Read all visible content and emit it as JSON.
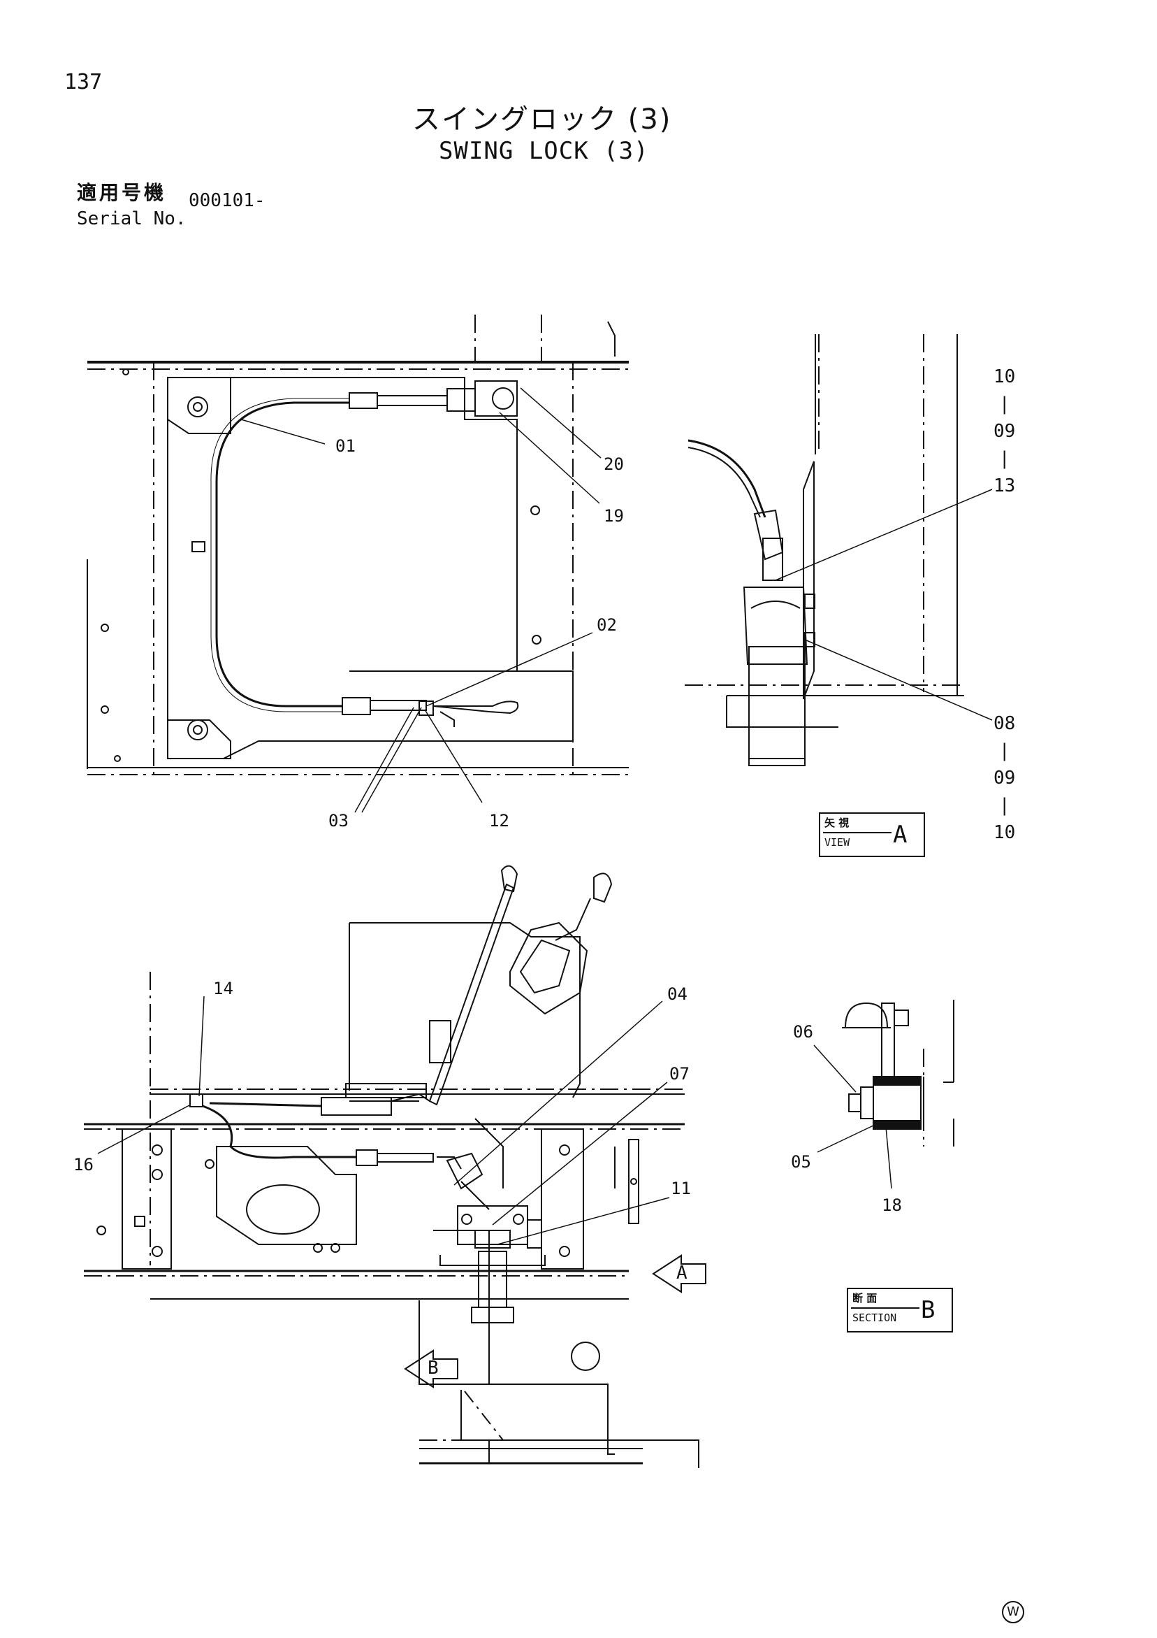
{
  "header": {
    "page_number": "137",
    "title_jp": "スイングロック (3)",
    "title_en": "SWING LOCK (3)",
    "serial_label_jp": "適用号機",
    "serial_label_en": "Serial No.",
    "serial_value": "000101-"
  },
  "callouts": {
    "c01": "01",
    "c02": "02",
    "c03": "03",
    "c04": "04",
    "c05": "05",
    "c06": "06",
    "c07": "07",
    "c11": "11",
    "c12": "12",
    "c13": "13",
    "c14": "14",
    "c16": "16",
    "c18": "18",
    "c19": "19",
    "c20": "20"
  },
  "stack_top": [
    "10",
    "09",
    "13"
  ],
  "stack_bottom": [
    "08",
    "09",
    "10"
  ],
  "view_a": {
    "label_jp": "矢 視",
    "label_en": "VIEW",
    "letter": "A"
  },
  "section_b": {
    "label_jp": "断 面",
    "label_en": "SECTION",
    "letter": "B"
  },
  "arrows": {
    "a": "A",
    "b": "B"
  },
  "footer_mark": "W"
}
